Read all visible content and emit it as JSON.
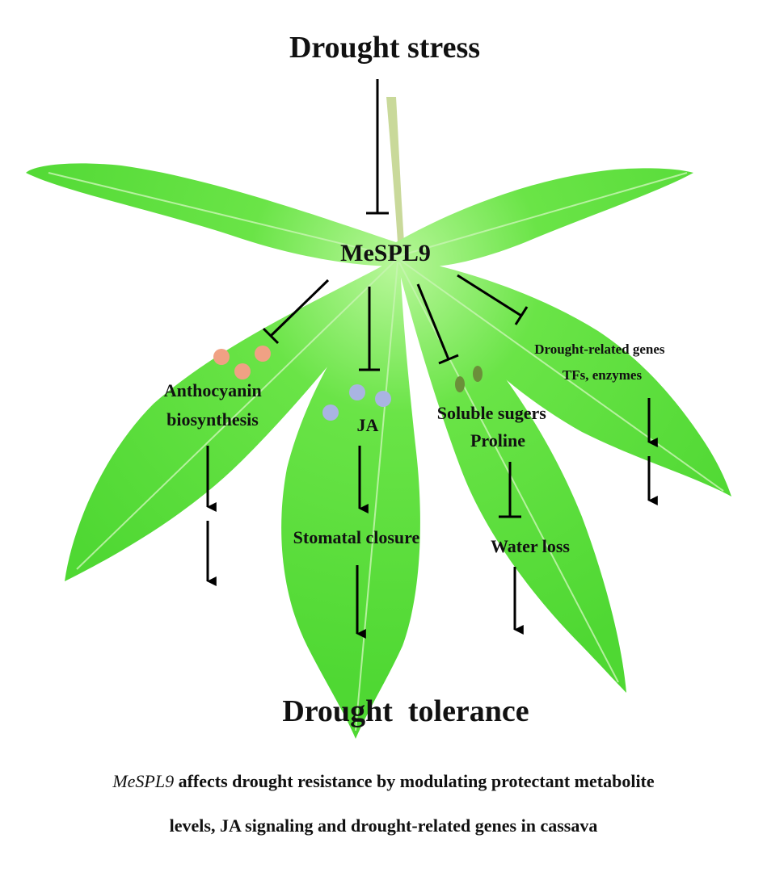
{
  "diagram": {
    "title": "Drought stress",
    "hub": "MeSPL9",
    "outcome": "Drought  tolerance",
    "branches": {
      "anthocyanin": [
        "Anthocyanin",
        "biosynthesis"
      ],
      "ja": "JA",
      "stomatal": "Stomatal closure",
      "sugars": [
        "Soluble sugers",
        "Proline"
      ],
      "water": "Water loss",
      "genes": [
        "Drought-related genes",
        "TFs, enzymes"
      ]
    }
  },
  "caption": {
    "gene": "MeSPL9",
    "line1_rest": " affects drought resistance by modulating protectant metabolite",
    "line2": "levels, JA signaling and drought-related genes in cassava"
  },
  "colors": {
    "leaf": "#5ae03a",
    "leaf_light": "#a9f58a",
    "anthocyanin_dots": "#f0a184",
    "ja_dots": "#a9b4e2",
    "sugar_dots": "#6b8f3a",
    "arrow": "#000000"
  }
}
